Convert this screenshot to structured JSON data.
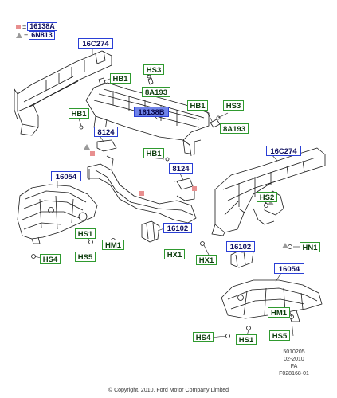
{
  "legend": [
    {
      "symbol": "square",
      "code": "16138A"
    },
    {
      "symbol": "triangle",
      "code": "6N813"
    }
  ],
  "labels": {
    "l_16c274_a": "16C274",
    "l_16138b": "16138B",
    "l_16c274_b": "16C274",
    "l_16054_a": "16054",
    "l_16054_b": "16054",
    "l_8124_a": "8124",
    "l_8124_b": "8124",
    "l_16102_a": "16102",
    "l_16102_b": "16102",
    "l_hb1_a": "HB1",
    "l_hb1_b": "HB1",
    "l_hb1_c": "HB1",
    "l_hb1_d": "HB1",
    "l_hs3_a": "HS3",
    "l_hs3_b": "HS3",
    "l_8a193_a": "8A193",
    "l_8a193_b": "8A193",
    "l_hs2": "HS2",
    "l_hs1_a": "HS1",
    "l_hs1_b": "HS1",
    "l_hs5_a": "HS5",
    "l_hs5_b": "HS5",
    "l_hm1_a": "HM1",
    "l_hm1_b": "HM1",
    "l_hs4_a": "HS4",
    "l_hs4_b": "HS4",
    "l_hx1_a": "HX1",
    "l_hx1_b": "HX1",
    "l_hn1": "HN1"
  },
  "reference": {
    "code": "5010205",
    "date": "02-2010",
    "rev": "FA",
    "fig": "F028168-01"
  },
  "copyright": "© Copyright, 2010, Ford Motor Company Limited"
}
